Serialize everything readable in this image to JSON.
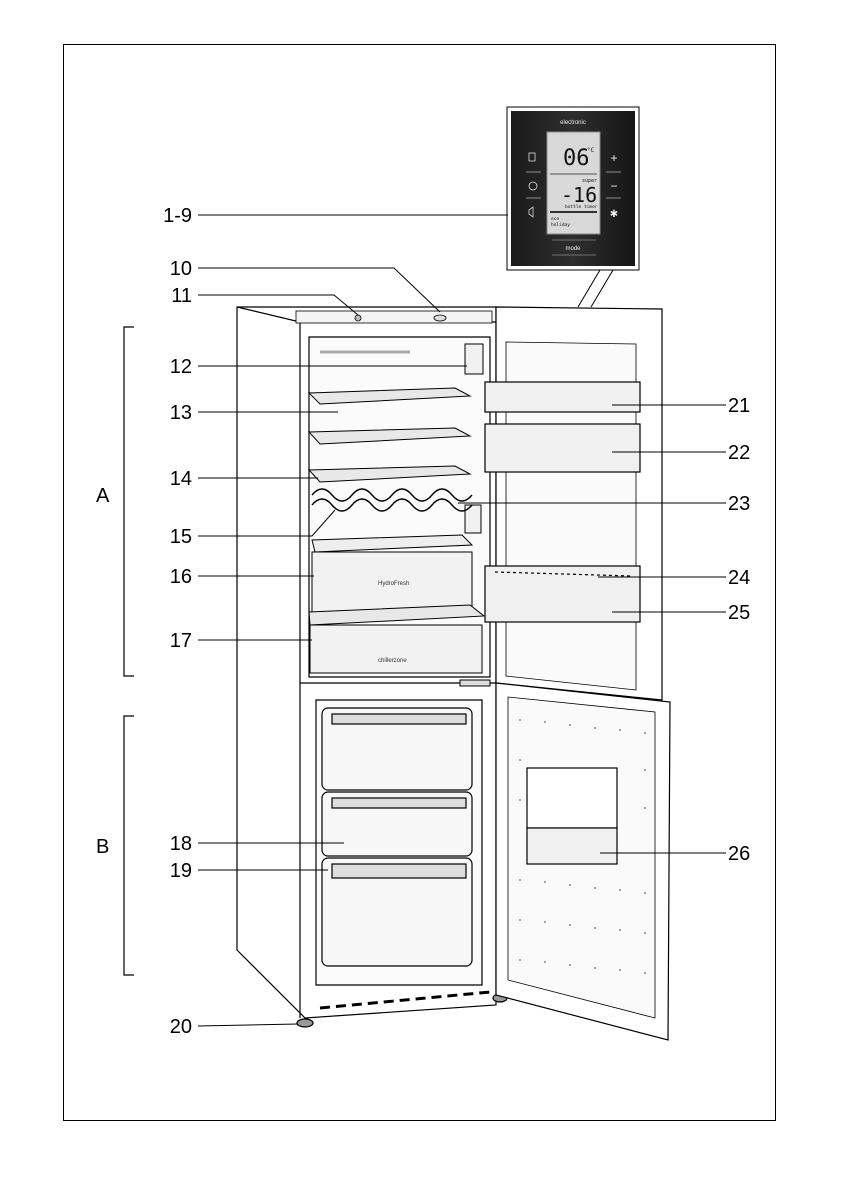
{
  "panel": {
    "brand": "electronic",
    "fridge_temp": "06",
    "fridge_unit": "°C",
    "freezer_temp": "-16",
    "super_label": "super",
    "bottle_label": "bottle timer",
    "eco_label": "eco",
    "holiday_label": "holiday",
    "mode_label": "mode",
    "plus": "+",
    "minus": "−"
  },
  "labels": {
    "l1_9": "1-9",
    "l10": "10",
    "l11": "11",
    "l12": "12",
    "l13": "13",
    "l14": "14",
    "l15": "15",
    "l16": "16",
    "l17": "17",
    "l18": "18",
    "l19": "19",
    "l20": "20",
    "l21": "21",
    "l22": "22",
    "l23": "23",
    "l24": "24",
    "l25": "25",
    "l26": "26"
  },
  "sections": {
    "a": "A",
    "b": "B"
  },
  "drawer_text": {
    "hydro": "HydroFresh",
    "chiller": "chillerzone"
  }
}
